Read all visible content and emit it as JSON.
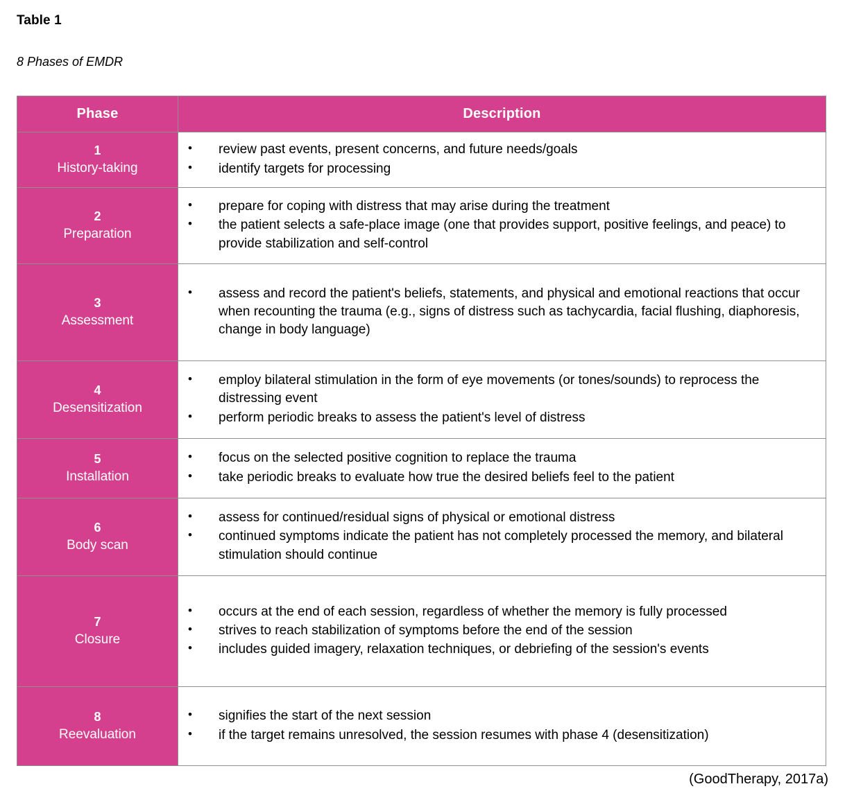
{
  "document": {
    "table_number": "Table 1",
    "table_caption": "8 Phases of EMDR",
    "citation": "(GoodTherapy, 2017a)"
  },
  "colors": {
    "header_pink": "#d5408e",
    "header_text": "#ffffff",
    "border": "#8f8f8f",
    "body_text": "#000000"
  },
  "table": {
    "columns": [
      {
        "key": "phase",
        "label": "Phase"
      },
      {
        "key": "description",
        "label": "Description"
      }
    ],
    "rows": [
      {
        "number": "1",
        "name": "History-taking",
        "bullets": [
          "review past events, present concerns, and future needs/goals",
          "identify targets for processing"
        ]
      },
      {
        "number": "2",
        "name": "Preparation",
        "bullets": [
          "prepare for coping with distress that may arise during the treatment",
          "the patient selects a safe-place image (one that provides support, positive feelings, and peace) to provide stabilization and self-control"
        ]
      },
      {
        "number": "3",
        "name": "Assessment",
        "bullets": [
          "assess and record the patient's beliefs, statements, and physical and emotional reactions that occur when recounting the trauma (e.g., signs of distress such as tachycardia, facial flushing, diaphoresis, change in body language)"
        ]
      },
      {
        "number": "4",
        "name": "Desensitization",
        "bullets": [
          "employ bilateral stimulation in the form of eye movements (or tones/sounds) to reprocess the distressing event",
          "perform periodic breaks to assess the patient's level of distress"
        ]
      },
      {
        "number": "5",
        "name": "Installation",
        "bullets": [
          "focus on the selected positive cognition to replace the trauma",
          "take periodic breaks to evaluate how true the desired beliefs feel to the patient"
        ]
      },
      {
        "number": "6",
        "name": "Body scan",
        "bullets": [
          "assess for continued/residual signs of physical or emotional distress",
          "continued symptoms indicate the patient has not completely processed the memory, and bilateral stimulation should continue"
        ]
      },
      {
        "number": "7",
        "name": "Closure",
        "bullets": [
          "occurs at the end of each session, regardless of whether the memory is fully processed",
          "strives to reach stabilization of symptoms before the end of the session",
          "includes guided imagery, relaxation techniques, or debriefing of the session's events"
        ]
      },
      {
        "number": "8",
        "name": "Reevaluation",
        "bullets": [
          "signifies the start of the next session",
          "if the target remains unresolved, the session resumes with phase 4 (desensitization)"
        ]
      }
    ]
  }
}
